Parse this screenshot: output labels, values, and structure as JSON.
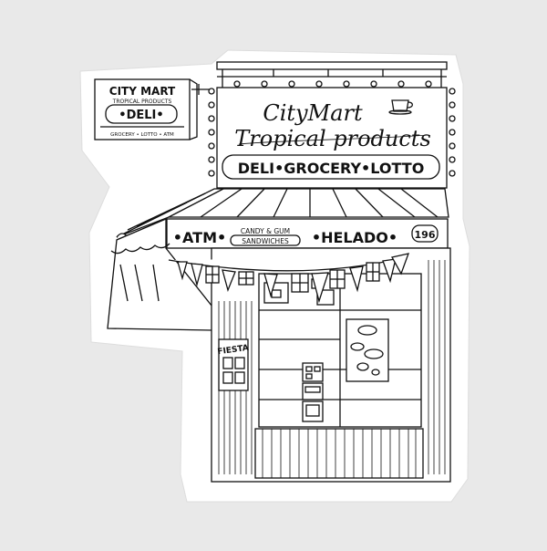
{
  "colors": {
    "background": "#e9e9e9",
    "sticker": "#ffffff",
    "ink": "#111111"
  },
  "hanging_sign": {
    "name": "CITY MART",
    "subtitle": "TROPICAL PRODUCTS",
    "deli": "•DELI•",
    "footer": "GROCERY • LOTTO • ATM"
  },
  "main_sign": {
    "line1": "CityMart",
    "line2": "Tropical products",
    "banner": "DELI•GROCERY•LOTTO"
  },
  "awning_sign": {
    "atm": "•ATM•",
    "candy": "CANDY & GUM",
    "sandwiches": "SANDWICHES",
    "helado": "•HELADO•",
    "number": "196"
  },
  "window_poster": {
    "label": "FIESTA"
  }
}
